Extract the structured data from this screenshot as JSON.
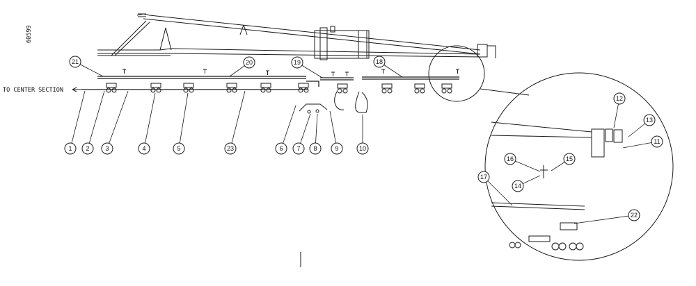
{
  "drawing": {
    "figure_number": "60599",
    "center_section_label": "TO CENTER SECTION"
  },
  "balloons": [
    {
      "id": "1",
      "label": "1"
    },
    {
      "id": "2",
      "label": "2"
    },
    {
      "id": "3",
      "label": "3"
    },
    {
      "id": "4",
      "label": "4"
    },
    {
      "id": "5",
      "label": "5"
    },
    {
      "id": "6",
      "label": "6"
    },
    {
      "id": "7",
      "label": "7"
    },
    {
      "id": "8",
      "label": "8"
    },
    {
      "id": "9",
      "label": "9"
    },
    {
      "id": "10",
      "label": "10"
    },
    {
      "id": "11",
      "label": "11"
    },
    {
      "id": "12",
      "label": "12"
    },
    {
      "id": "13",
      "label": "13"
    },
    {
      "id": "14",
      "label": "14"
    },
    {
      "id": "15",
      "label": "15"
    },
    {
      "id": "16",
      "label": "16"
    },
    {
      "id": "17",
      "label": "17"
    },
    {
      "id": "18",
      "label": "18"
    },
    {
      "id": "19",
      "label": "19"
    },
    {
      "id": "20",
      "label": "20"
    },
    {
      "id": "21",
      "label": "21"
    },
    {
      "id": "22",
      "label": "22"
    },
    {
      "id": "23",
      "label": "23"
    }
  ]
}
